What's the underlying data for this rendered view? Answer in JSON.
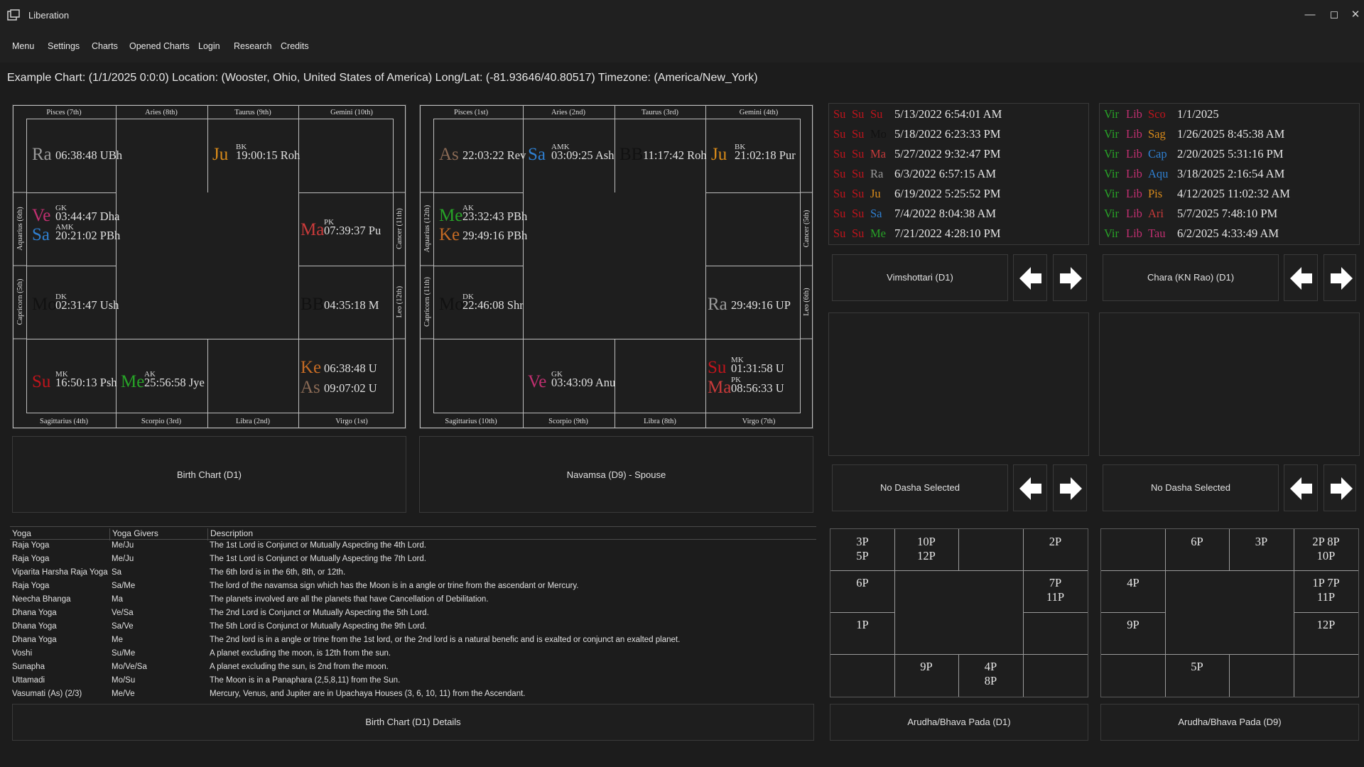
{
  "window": {
    "title": "Liberation",
    "controls": [
      "—",
      "◻",
      "✕"
    ]
  },
  "menu": [
    "Menu",
    "Settings",
    "Charts",
    "Opened Charts",
    "Login",
    "Research",
    "Credits"
  ],
  "info_line": "Example Chart: (1/1/2025 0:0:0) Location: (Wooster, Ohio, United States of America) Long/Lat: (-81.93646/40.80517) Timezone: (America/New_York)",
  "colors": {
    "Su": "#c0141c",
    "Mo": "#111111",
    "Ma": "#c83a3a",
    "Me": "#27a327",
    "Ju": "#d88a1a",
    "Ve": "#c02f70",
    "Sa": "#2f7fd0",
    "Ra": "#9a9a9a",
    "Ke": "#c46a24",
    "As": "#8a6a55",
    "BB": "#111111",
    "Vir": "#27a327",
    "Lib": "#c02f70",
    "Sco": "#c0141c",
    "Sag": "#d88a1a",
    "Cap": "#2f7fd0",
    "Aqu": "#2f7fd0",
    "Pis": "#d88a1a",
    "Ari": "#c83a3a",
    "Tau": "#c02f70"
  },
  "chart1": {
    "caption": "Birth Chart (D1)",
    "signs": [
      "Pisces (7th)",
      "Aries (8th)",
      "Taurus (9th)",
      "Gemini (10th)",
      "Cancer (11th)",
      "Leo (12th)",
      "Virgo (1st)",
      "Libra (2nd)",
      "Scorpio (3rd)",
      "Sagittarius (4th)",
      "Capricorn (5th)",
      "Aquarius (6th)"
    ],
    "placements": [
      {
        "glyph": "Ra",
        "deg": "06:38:48 UBh",
        "karaka": ""
      },
      {
        "glyph": "Ju",
        "deg": "19:00:15 Roh",
        "karaka": "BK"
      },
      {
        "glyph": "Ve",
        "deg": "03:44:47 Dha",
        "karaka": "GK"
      },
      {
        "glyph": "Sa",
        "deg": "20:21:02 PBh",
        "karaka": "AMK"
      },
      {
        "glyph": "Ma",
        "deg": "07:39:37 Pu",
        "karaka": "PK"
      },
      {
        "glyph": "Mo",
        "deg": "02:31:47 Ush",
        "karaka": "DK"
      },
      {
        "glyph": "BB",
        "deg": "04:35:18 M",
        "karaka": ""
      },
      {
        "glyph": "Su",
        "deg": "16:50:13 Psh",
        "karaka": "MK"
      },
      {
        "glyph": "Me",
        "deg": "25:56:58 Jye",
        "karaka": "AK"
      },
      {
        "glyph": "Ke",
        "deg": "06:38:48 U",
        "karaka": ""
      },
      {
        "glyph": "As",
        "deg": "09:07:02 U",
        "karaka": ""
      }
    ]
  },
  "chart2": {
    "caption": "Navamsa (D9) - Spouse",
    "signs": [
      "Pisces (1st)",
      "Aries (2nd)",
      "Taurus (3rd)",
      "Gemini (4th)",
      "Cancer (5th)",
      "Leo (6th)",
      "Virgo (7th)",
      "Libra (8th)",
      "Scorpio (9th)",
      "Sagittarius (10th)",
      "Capricorn (11th)",
      "Aquarius (12th)"
    ],
    "placements": [
      {
        "glyph": "As",
        "deg": "22:03:22 Rev",
        "karaka": ""
      },
      {
        "glyph": "Sa",
        "deg": "03:09:25 Ash",
        "karaka": "AMK"
      },
      {
        "glyph": "BB",
        "deg": "11:17:42 Roh",
        "karaka": ""
      },
      {
        "glyph": "Ju",
        "deg": "21:02:18 Pur",
        "karaka": "BK"
      },
      {
        "glyph": "Me",
        "deg": "23:32:43 PBh",
        "karaka": "AK"
      },
      {
        "glyph": "Ke",
        "deg": "29:49:16 PBh",
        "karaka": ""
      },
      {
        "glyph": "Mo",
        "deg": "22:46:08 Shr",
        "karaka": "DK"
      },
      {
        "glyph": "Ra",
        "deg": "29:49:16 UP",
        "karaka": ""
      },
      {
        "glyph": "Ve",
        "deg": "03:43:09 Anu",
        "karaka": "GK"
      },
      {
        "glyph": "Su",
        "deg": "01:31:58 U",
        "karaka": "MK"
      },
      {
        "glyph": "Ma",
        "deg": "08:56:33 U",
        "karaka": "PK"
      }
    ]
  },
  "dasha_left": {
    "rows": [
      {
        "lords": [
          "Su",
          "Su",
          "Su"
        ],
        "date": "5/13/2022 6:54:01 AM"
      },
      {
        "lords": [
          "Su",
          "Su",
          "Mo"
        ],
        "date": "5/18/2022 6:23:33 PM"
      },
      {
        "lords": [
          "Su",
          "Su",
          "Ma"
        ],
        "date": "5/27/2022 9:32:47 PM"
      },
      {
        "lords": [
          "Su",
          "Su",
          "Ra"
        ],
        "date": "6/3/2022 6:57:15 AM"
      },
      {
        "lords": [
          "Su",
          "Su",
          "Ju"
        ],
        "date": "6/19/2022 5:25:52 PM"
      },
      {
        "lords": [
          "Su",
          "Su",
          "Sa"
        ],
        "date": "7/4/2022 8:04:38 AM"
      },
      {
        "lords": [
          "Su",
          "Su",
          "Me"
        ],
        "date": "7/21/2022 4:28:10 PM"
      }
    ],
    "system_label": "Vimshottari (D1)",
    "selected_label": "No Dasha Selected"
  },
  "dasha_right": {
    "rows": [
      {
        "lords": [
          "Vir",
          "Lib",
          "Sco"
        ],
        "date": "1/1/2025"
      },
      {
        "lords": [
          "Vir",
          "Lib",
          "Sag"
        ],
        "date": "1/26/2025 8:45:38 AM"
      },
      {
        "lords": [
          "Vir",
          "Lib",
          "Cap"
        ],
        "date": "2/20/2025 5:31:16 PM"
      },
      {
        "lords": [
          "Vir",
          "Lib",
          "Aqu"
        ],
        "date": "3/18/2025 2:16:54 AM"
      },
      {
        "lords": [
          "Vir",
          "Lib",
          "Pis"
        ],
        "date": "4/12/2025 11:02:32 AM"
      },
      {
        "lords": [
          "Vir",
          "Lib",
          "Ari"
        ],
        "date": "5/7/2025 7:48:10 PM"
      },
      {
        "lords": [
          "Vir",
          "Lib",
          "Tau"
        ],
        "date": "6/2/2025 4:33:49 AM"
      }
    ],
    "system_label": "Chara (KN Rao) (D1)",
    "selected_label": "No Dasha Selected"
  },
  "yoga_table": {
    "headers": [
      "Yoga",
      "Yoga Givers",
      "Description"
    ],
    "rows": [
      [
        "Raja Yoga",
        "Me/Ju",
        "The 1st Lord is Conjunct or Mutually Aspecting the 4th Lord."
      ],
      [
        "Raja Yoga",
        "Me/Ju",
        "The 1st Lord is Conjunct or Mutually Aspecting the 7th Lord."
      ],
      [
        "Viparita Harsha Raja Yoga",
        "Sa",
        "The 6th lord is in the 6th, 8th, or 12th."
      ],
      [
        "Raja Yoga",
        "Sa/Me",
        "The lord of the navamsa sign which has the Moon is in a angle or trine from the ascendant or Mercury."
      ],
      [
        "Neecha Bhanga",
        "Ma",
        "The planets involved are all the planets that have Cancellation of Debilitation."
      ],
      [
        "Dhana Yoga",
        "Ve/Sa",
        "The 2nd Lord is Conjunct or Mutually Aspecting the 5th Lord."
      ],
      [
        "Dhana Yoga",
        "Sa/Ve",
        "The 5th Lord is Conjunct or Mutually Aspecting the 9th Lord."
      ],
      [
        "Dhana Yoga",
        "Me",
        "The 2nd lord is in a angle or trine from the 1st lord, or the 2nd lord is a natural benefic and is exalted or conjunct an exalted planet."
      ],
      [
        "Voshi",
        "Su/Me",
        "A planet excluding the moon, is 12th from the sun."
      ],
      [
        "Sunapha",
        "Mo/Ve/Sa",
        "A planet excluding the sun, is 2nd from the moon."
      ],
      [
        "Uttamadi",
        "Mo/Su",
        "The Moon is in a Panaphara (2,5,8,11) from the Sun."
      ],
      [
        "Vasumati (As) (2/3)",
        "Me/Ve",
        "Mercury, Venus, and Jupiter are in Upachaya Houses (3, 6, 10, 11) from the Ascendant."
      ]
    ],
    "caption": "Birth Chart (D1) Details"
  },
  "pada_left": {
    "caption": "Arudha/Bhava Pada (D1)",
    "cells": [
      [
        "3P",
        "5P"
      ],
      [
        "10P",
        "12P"
      ],
      [],
      [
        "2P"
      ],
      [
        "6P"
      ],
      [
        "7P",
        "11P"
      ],
      [
        "1P"
      ],
      [],
      [],
      [
        "9P"
      ],
      [
        "4P",
        "8P"
      ],
      []
    ]
  },
  "pada_right": {
    "caption": "Arudha/Bhava Pada (D9)",
    "cells": [
      [],
      [
        "6P"
      ],
      [
        "3P"
      ],
      [
        "2P 8P",
        "10P"
      ],
      [
        "4P"
      ],
      [
        "1P 7P",
        "11P"
      ],
      [
        "9P"
      ],
      [
        "12P"
      ],
      [],
      [
        "5P"
      ],
      [],
      []
    ]
  }
}
